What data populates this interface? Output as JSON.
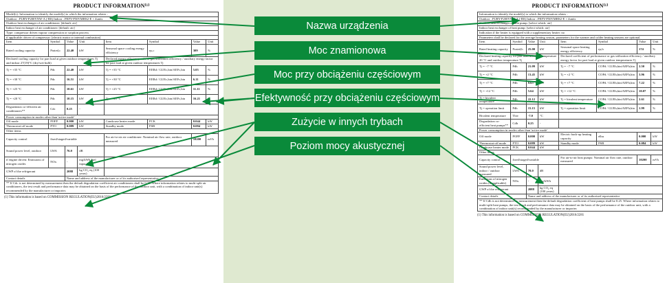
{
  "labels": [
    "Nazwa urządzenia",
    "Moc znamionowa",
    "Moc przy obciążeniu częściowym",
    "Efektywność przy obciążeniu częściowym",
    "Zużycie w innych trybach",
    "Poziom mocy akustycznej"
  ],
  "colors": {
    "accent_green": "#0a8a3a",
    "band_bg": "#dfe9d0"
  },
  "left_doc": {
    "title": "PRODUCT INFORMATION⁽¹⁾",
    "model_row": "Model(s): Information to identify the model(s) to which the information relates :",
    "outdoor_model": "Outdoor : PURY-P200YNW-A (-BS)    Indoor : PEFY-P50VMHS2-E × 4units",
    "rows": [
      "Outdoor heat exchanger of air conditioner: [default: air]",
      "Indoor heat exchanger of air conditioner: [default: air]",
      "Type: compressor driven vapour compression or sorption process",
      "if applicable: driver of compressor: [electric motor or internal combustion]"
    ],
    "header": [
      "Item",
      "Symbol",
      "Value",
      "Unit",
      "Item",
      "Symbol",
      "Value",
      "Unit"
    ],
    "rated": {
      "label": "Rated cooling capacity",
      "symbol": "Prated,c",
      "value": "22.40",
      "unit": "kW",
      "eff_label": "Seasonal space cooling energy efficiency",
      "eff_symbol": "ηs,c",
      "eff_value": "309",
      "eff_unit": "%"
    },
    "part_head": "Declared cooling capacity for part load at given outdoor temperatures Tj and indoor 27(19)°C (dry/wet bulb)",
    "eff_head": "Declared energy efficiency ratio or gas utilization efficiency / auxiliary energy factor for part load at given outdoor temperatures Tj",
    "part_rows": [
      {
        "t": "Tj = +35 °C",
        "s": "Pdc",
        "v": "22.40",
        "u": "kW",
        "et": "Tj = +35 °C",
        "es": "EERd / GUEc,bin/AEFc,bin",
        "ev": "5.05",
        "eu": "%"
      },
      {
        "t": "Tj = +30 °C",
        "s": "Pdc",
        "v": "16.51",
        "u": "kW",
        "et": "Tj = +30 °C",
        "es": "EERd / GUEc,bin/AEFc,bin",
        "ev": "6.11",
        "eu": "%"
      },
      {
        "t": "Tj = +25 °C",
        "s": "Pdc",
        "v": "10.61",
        "u": "kW",
        "et": "Tj = +25 °C",
        "es": "EERd / GUEc,bin/AEFc,bin",
        "ev": "11.11",
        "eu": "%"
      },
      {
        "t": "Tj = +20 °C",
        "s": "Pdc",
        "v": "10.15",
        "u": "kW",
        "et": "Tj = +20 °C",
        "es": "EERd / GUEc,bin/AEFc,bin",
        "ev": "16.21",
        "eu": "%"
      }
    ],
    "degradation": {
      "label": "Degradation co-efficient air conditioners**",
      "symbol": "Cdc",
      "value": "0.25",
      "unit": "-"
    },
    "power_head": "Power consumption in modes other than 'active mode'",
    "off_mode": {
      "label": "Off mode",
      "symbol": "POFF",
      "value": "0.000",
      "unit": "kW",
      "r_label": "Crankcase heater mode",
      "r_symbol": "PCK",
      "r_value": "0.044",
      "r_unit": "kW"
    },
    "thermo": {
      "label": "Thermostat-off mode",
      "symbol": "PTO",
      "value": "0.089",
      "unit": "kW",
      "r_label": "Standby mode",
      "r_symbol": "PSB",
      "r_value": "0.084",
      "r_unit": "kW"
    },
    "other_head": "Other items",
    "capacity_control": {
      "label": "Capacity control",
      "value": "fixed/staged/variable",
      "r_label": "For air-to-air air conditioner: Nominal air flow rate, outdoor measured",
      "r_value": "10200",
      "r_unit": "m³/h"
    },
    "sound": {
      "label": "Sound power level, outdoor",
      "symbol": "LWA",
      "value": "76.0",
      "unit": "dB"
    },
    "engine": {
      "label": "if engine driven: Emissions of nitrogen oxides",
      "symbol": "NOx",
      "value": "-",
      "unit": "mg/kWh fuel input GCV"
    },
    "gwp": {
      "label": "GWP of the refrigerant",
      "value": "2088",
      "unit": "kg CO₂ eq (100 years)"
    },
    "contact": {
      "label": "Contact details",
      "value": "Name and address of the manufacturer or of its authorised representative"
    },
    "note": "** If Cdc is not determined by measurement then the default degradation coefficient air conditioners shall be 0.25. Where information relates to multi-split air conditioners, the test result and performance data may be obtained on the basis of the performance of the outdoor unit, with a combination of indoor unit(s) recommended by the manufacturer or importer.",
    "footnote": "(1)  This information is based on COMMISSION REGULATION(EU)2016/2281"
  },
  "right_doc": {
    "title": "PRODUCT INFORMATION⁽¹⁾",
    "model_row": "Information to identify the model(s) to which the information relates :",
    "outdoor_model": "Outdoor : PURY-P200YNW-A (-BS)    Indoor : PEFY-P50VMHS2-E × 4units",
    "rows": [
      "Outdoor heat exchanger of heat pump: [select which: air]",
      "Indoor heat exchanger of heat pump: [select which: air]",
      "Indication if the heater is equipped with a supplementary heater: no",
      "Parameters shall be declared for the average heating season, parameters for the warmer and colder heating seasons are optional."
    ],
    "header": [
      "Item",
      "Symbol",
      "Value",
      "Unit",
      "Item",
      "Symbol",
      "Value",
      "Unit"
    ],
    "rated": {
      "label": "Rated heating capacity",
      "symbol": "Prated,h",
      "value": "25.00",
      "unit": "kW",
      "eff_label": "Seasonal space heating energy efficiency",
      "eff_symbol": "ηs,h",
      "eff_value": "174",
      "eff_unit": "%"
    },
    "part_head": "Declared heating capacity for part load at indoor temperature 20 °C and outdoor temperature Tj",
    "eff_head": "Declared coefficient of performance or gas utilization efficiency / auxiliary energy factor for part load at given outdoor temperatures Tj",
    "part_rows": [
      {
        "t": "Tj = −7 °C",
        "s": "Pdh",
        "v": "21.09",
        "u": "kW",
        "et": "Tj = −7 °C",
        "es": "COPd / GUEh,bin/AEFh,bin",
        "ev": "2.50",
        "eu": "%"
      },
      {
        "t": "Tj = +2 °C",
        "s": "Pdh",
        "v": "13.45",
        "u": "kW",
        "et": "Tj = +2 °C",
        "es": "COPd / GUEh,bin/AEFh,bin",
        "ev": "3.96",
        "eu": "%"
      },
      {
        "t": "Tj = +7 °C",
        "s": "Pdh",
        "v": "8.65",
        "u": "kW",
        "et": "Tj = +7 °C",
        "es": "COPd / GUEh,bin/AEFh,bin",
        "ev": "7.22",
        "eu": "%"
      },
      {
        "t": "Tj = +12 °C",
        "s": "Pdh",
        "v": "5.64",
        "u": "kW",
        "et": "Tj = +12 °C",
        "es": "COPd / GUEh,bin/AEFh,bin",
        "ev": "10.07",
        "eu": "%"
      },
      {
        "t": "Tj = bivalent temperature",
        "s": "Pdh",
        "v": "22.12",
        "u": "kW",
        "et": "Tj = bivalent temperature",
        "es": "COPd / GUEh,bin/AEFh,bin",
        "ev": "2.61",
        "eu": "%"
      },
      {
        "t": "Tj = operation limit",
        "s": "Pdh",
        "v": "15.15",
        "u": "kW",
        "et": "Tj = operation limit",
        "es": "COPd / GUEh,bin/AEFh,bin",
        "ev": "1.99",
        "eu": "%"
      }
    ],
    "bivalent": {
      "label": "Bivalent temperature",
      "symbol": "Tbiv",
      "value": "-7.0",
      "unit": "°C"
    },
    "degradation": {
      "label": "Degradation co-efficient heat pumps**",
      "symbol": "Cdh",
      "value": "0.25",
      "unit": "-"
    },
    "power_head": "Power consumption in modes other than 'active mode'",
    "off_mode": {
      "label": "Off mode",
      "symbol": "POFF",
      "value": "0.000",
      "unit": "kW",
      "r_label": "Electric back-up heating capacity",
      "r_symbol": "elbu",
      "r_value": "0.000",
      "r_unit": "kW"
    },
    "thermo": {
      "label": "Thermostat-off mode",
      "symbol": "PTO",
      "value": "0.089",
      "unit": "kW",
      "r_label": "Standby mode",
      "r_symbol": "PSB",
      "r_value": "0.084",
      "r_unit": "kW"
    },
    "crankcase": {
      "label": "Crankcase heater mode",
      "symbol": "PCK",
      "value": "0.044",
      "unit": "kW"
    },
    "other_head": "Other items",
    "capacity_control": {
      "label": "Capacity control",
      "value": "fixed/staged/variable",
      "r_label": "For air-to-air heat pumps: Nominal air flow rate, outdoor measured",
      "r_value": "10200",
      "r_unit": "m³/h"
    },
    "sound": {
      "label": "Sound power level, indoor / outdoor measured",
      "symbol": "LWA",
      "value": "78.0",
      "unit": "dB"
    },
    "engine": {
      "label": "Emissions of nitrogen oxides (if applicable)",
      "symbol": "NOx",
      "value": "-",
      "unit": "mg/kWh"
    },
    "gwp": {
      "label": "GWP of the refrigerant",
      "value": "2088",
      "unit": "kg CO₂ eq (100 years)"
    },
    "contact": {
      "label": "Contact details",
      "value": "Name and address of the manufacturer or of its authorised representative"
    },
    "note": "** If Cdh is not determined by measurement then the default degradation coefficient of heat pumps shall be 0.25. Where information relates to multi-split heat pumps, the test result and performance data may be obtained on the basis of the performance of the outdoor unit, with a combination of indoor unit(s) recommended by the manufacturer or importer.",
    "footnote": "(1)  This information is based on COMMISSION REGULATION(EU)2016/2281"
  }
}
